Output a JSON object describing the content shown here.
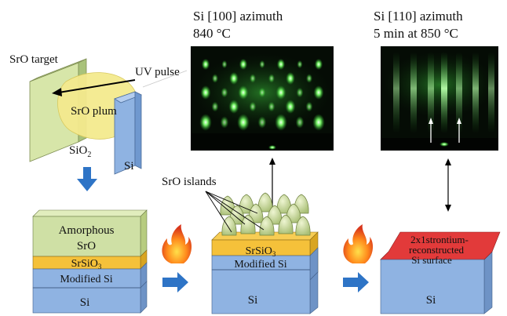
{
  "labels": {
    "target": "SrO target",
    "uv_pulse": "UV pulse",
    "plume": "SrO plum",
    "sio2": "SiO",
    "sio2_sub": "2",
    "si_wafer": "Si",
    "islands": "SrO islands"
  },
  "rheed_1": {
    "title_line1": "Si [100] azimuth",
    "title_line2": "840 °C"
  },
  "rheed_2": {
    "title_line1": "Si [110] azimuth",
    "title_line2": "5 min at 850 °C"
  },
  "stack_1": {
    "top_line1": "Amorphous",
    "top_line2": "SrO",
    "layer2": "SrSiO",
    "layer2_sub": "3",
    "layer3": "Modified Si",
    "layer4": "Si"
  },
  "stack_2": {
    "layer1": "SrSiO",
    "layer1_sub": "3",
    "layer2": "Modified Si",
    "layer3": "Si"
  },
  "stack_3": {
    "top_line1": "2x1strontium-",
    "top_line2": "reconstructed",
    "top_line3": "Si surface",
    "layer2": "Si"
  },
  "colors": {
    "green_layer": "#cfe0a5",
    "yellow_layer": "#f5c13a",
    "blue_layer": "#8fb3e2",
    "red_layer": "#e23a3a",
    "arrow_blue": "#2e74c6",
    "rheed_spot": "#79ff6a"
  }
}
